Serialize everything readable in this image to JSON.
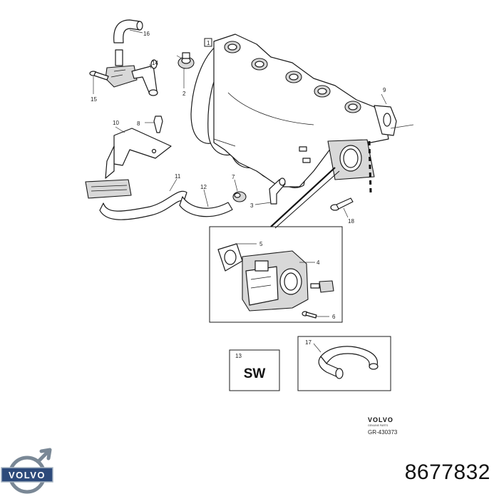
{
  "callouts": {
    "c1": "1",
    "c2": "2",
    "c3": "3",
    "c4": "4",
    "c5": "5",
    "c6": "6",
    "c7": "7",
    "c8": "8",
    "c9": "9",
    "c10": "10",
    "c11": "11",
    "c12": "12",
    "c13": "13",
    "c14": "14",
    "c15": "15",
    "c16": "16",
    "c17": "17",
    "c18": "18"
  },
  "sw_box": {
    "text": "SW"
  },
  "watermark": {
    "brand": "VOLVO",
    "sub": "GENUINE PARTS",
    "ref": "GR-430373"
  },
  "logo": {
    "brand": "VOLVO"
  },
  "part_number": "8677832"
}
